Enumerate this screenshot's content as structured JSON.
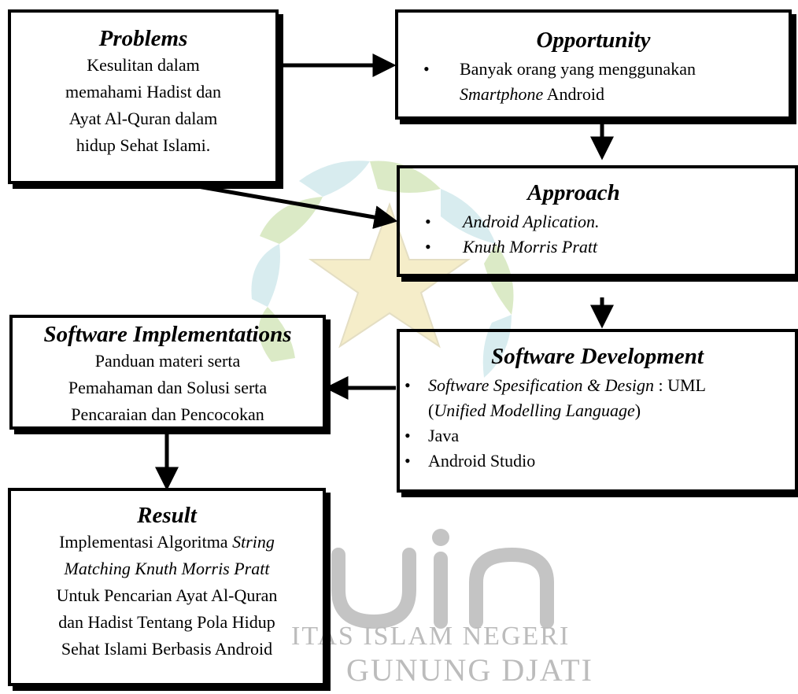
{
  "watermark": {
    "logo_letters": "uin",
    "line1": "ITAS ISLAM NEGERI",
    "line2": "GUNUNG DJATI"
  },
  "boxes": {
    "problems": {
      "title": "Problems",
      "lines": [
        "Kesulitan dalam",
        "memahami  Hadist dan",
        "Ayat Al-Quran dalam",
        "hidup Sehat Islami."
      ]
    },
    "opportunity": {
      "title": "Opportunity",
      "bullet1_a": "Banyak orang  yang menggunakan",
      "bullet1_b_italic": "Smartphone",
      "bullet1_b_rest": " Android"
    },
    "approach": {
      "title": "Approach",
      "bullets": [
        "Android Aplication.",
        "Knuth  Morris Pratt"
      ]
    },
    "software_development": {
      "title": "Software Development",
      "b1_italic": "Software Spesification & Design",
      "b1_rest": " : UML",
      "b1_line2_open": "(",
      "b1_line2_italic": "Unified Modelling Language",
      "b1_line2_close": ")",
      "b2": "Java",
      "b3": "Android Studio"
    },
    "software_implementations": {
      "title": "Software Implementations",
      "lines": [
        "Panduan materi serta",
        "Pemahaman dan Solusi serta",
        "Pencaraian dan Pencocokan"
      ]
    },
    "result": {
      "title": "Result",
      "l1_plain": "Implementasi Algoritma ",
      "l1_italic": "String",
      "l2_italic": "Matching Knuth  Morris Pratt",
      "lines": [
        "Untuk Pencarian Ayat Al-Quran",
        "dan Hadist Tentang Pola Hidup",
        "Sehat Islami Berbasis Android"
      ]
    }
  },
  "colors": {
    "border": "#000000",
    "watermark_green": "#cfe3b4",
    "watermark_teal": "#cbe6ea",
    "watermark_yellow": "#f2e7b8",
    "watermark_gray": "#c4c4c4"
  }
}
